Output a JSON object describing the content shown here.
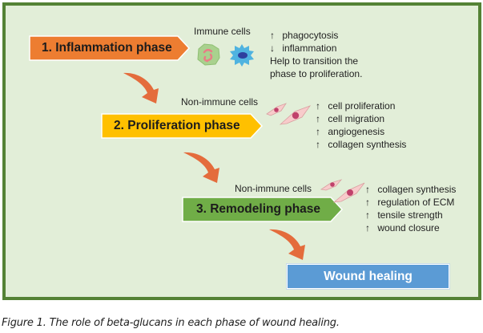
{
  "diagram": {
    "phases": [
      {
        "id": "inflammation",
        "label": "1. Inflammation phase",
        "color": "#ed7d31"
      },
      {
        "id": "proliferation",
        "label": "2. Proliferation phase",
        "color": "#ffc000"
      },
      {
        "id": "remodeling",
        "label": "3. Remodeling phase",
        "color": "#70ad47"
      }
    ],
    "cell_labels": {
      "immune": "Immune cells",
      "non_immune_1": "Non-immune cells",
      "non_immune_2": "Non-immune cells"
    },
    "effects": {
      "inflammation": [
        {
          "arrow": "↑",
          "text": "phagocytosis"
        },
        {
          "arrow": "↓",
          "text": "inflammation"
        },
        {
          "arrow": "",
          "text": "Help to transition the"
        },
        {
          "arrow": "",
          "text": "phase to proliferation."
        }
      ],
      "proliferation": [
        {
          "arrow": "↑",
          "text": "cell proliferation"
        },
        {
          "arrow": "↑",
          "text": "cell migration"
        },
        {
          "arrow": "↑",
          "text": "angiogenesis"
        },
        {
          "arrow": "↑",
          "text": "collagen synthesis"
        }
      ],
      "remodeling": [
        {
          "arrow": "↑",
          "text": "collagen synthesis"
        },
        {
          "arrow": "↑",
          "text": "regulation of ECM"
        },
        {
          "arrow": "↑",
          "text": "tensile strength"
        },
        {
          "arrow": "↑",
          "text": "wound closure"
        }
      ]
    },
    "outcome": {
      "label": "Wound healing",
      "color": "#5b9bd5"
    },
    "colors": {
      "frame_border": "#548235",
      "frame_fill": "#e2eed8",
      "flow_arrow": "#e46c3c"
    }
  },
  "caption": "Figure 1. The role of beta-glucans in each phase of wound healing."
}
